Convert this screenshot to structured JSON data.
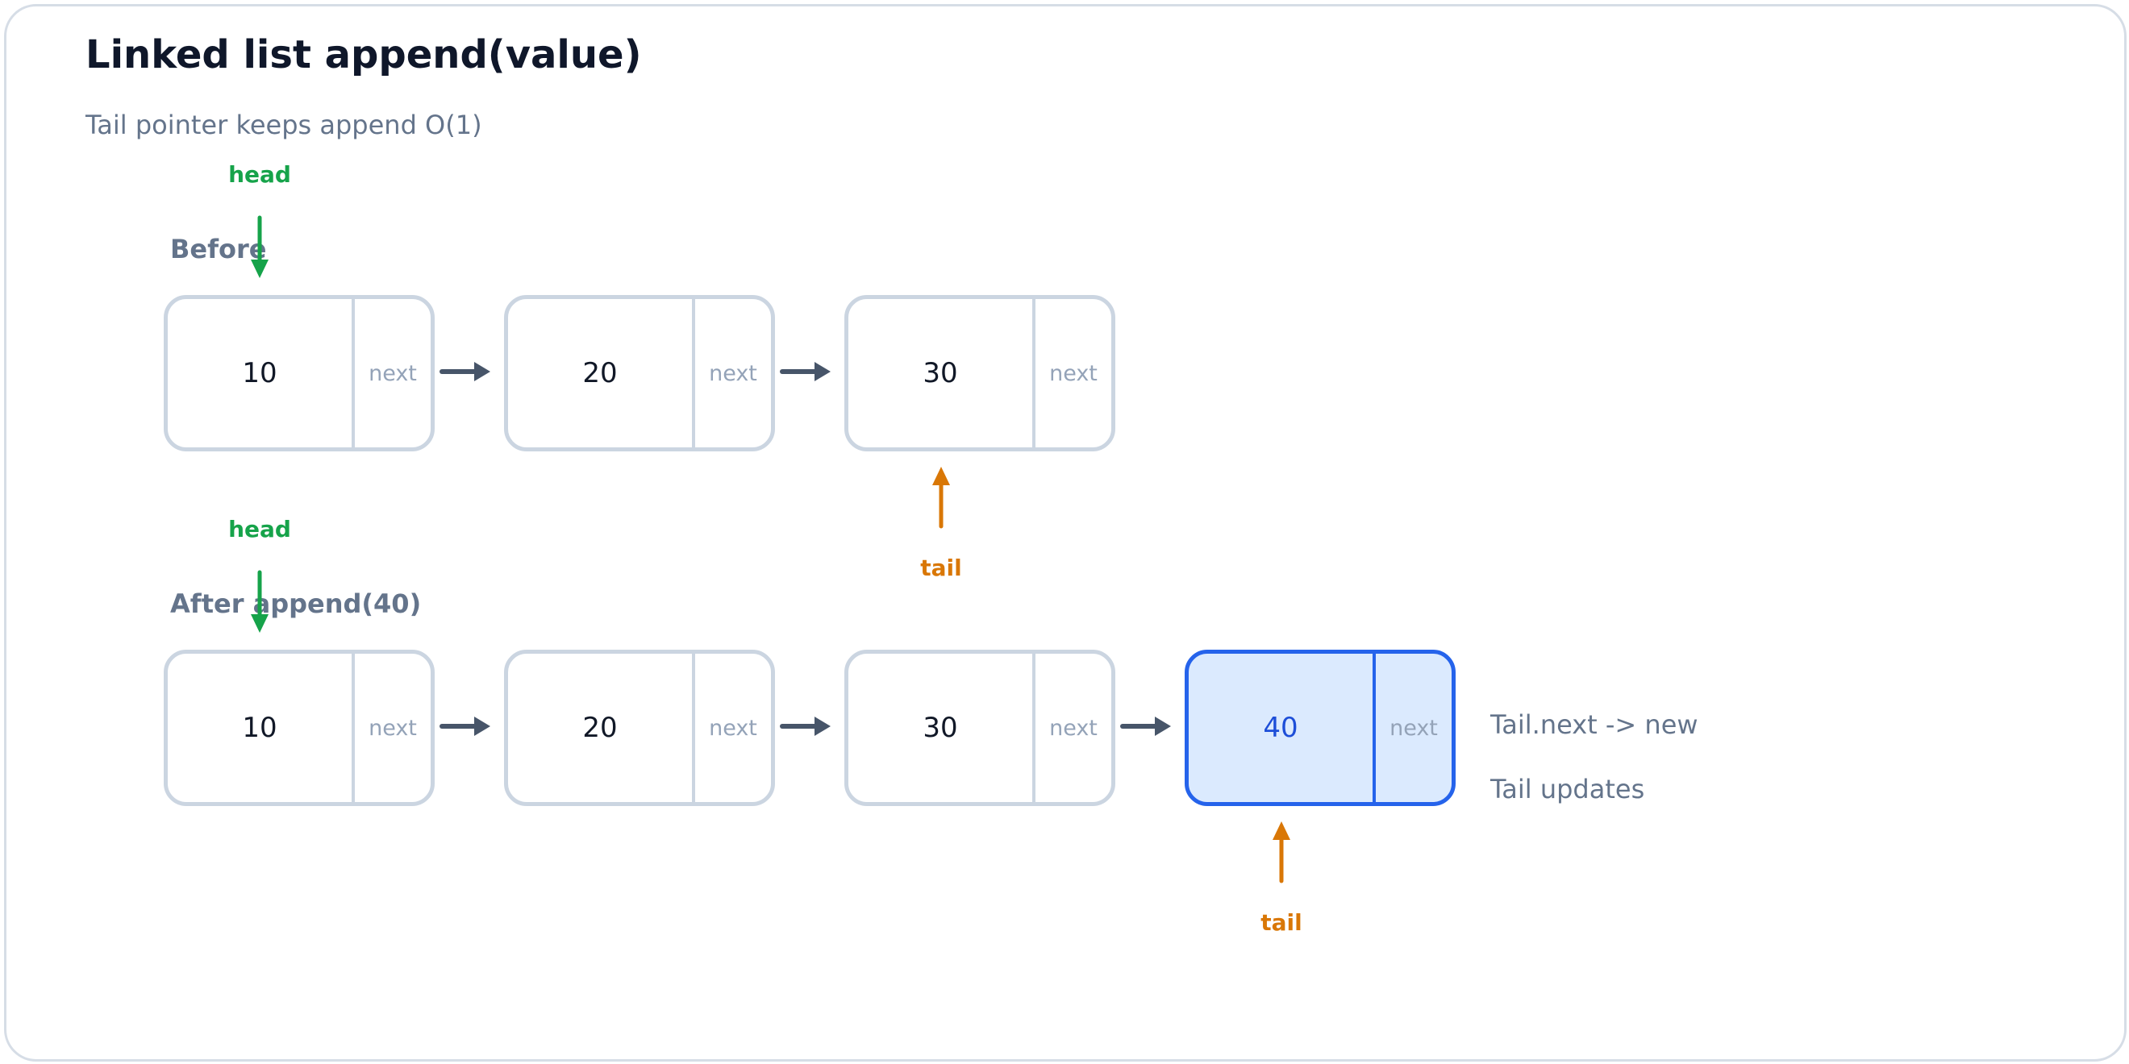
{
  "title": "Linked list append(value)",
  "subtitle": "Tail pointer keeps append O(1)",
  "colors": {
    "head": "#16a34a",
    "tail": "#d97706",
    "link_arrow": "#475569",
    "node_border": "#cbd5e1",
    "highlight_border": "#2563eb",
    "highlight_fill": "#dbeafe"
  },
  "before": {
    "label": "Before",
    "head_label": "head",
    "tail_label": "tail",
    "nodes": [
      {
        "value": "10",
        "next": "next"
      },
      {
        "value": "20",
        "next": "next"
      },
      {
        "value": "30",
        "next": "next"
      }
    ]
  },
  "after": {
    "label": "After append(40)",
    "head_label": "head",
    "tail_label": "tail",
    "nodes": [
      {
        "value": "10",
        "next": "next"
      },
      {
        "value": "20",
        "next": "next"
      },
      {
        "value": "30",
        "next": "next"
      },
      {
        "value": "40",
        "next": "next",
        "highlight": true
      }
    ],
    "notes": [
      "Tail.next -> new",
      "Tail updates"
    ]
  }
}
